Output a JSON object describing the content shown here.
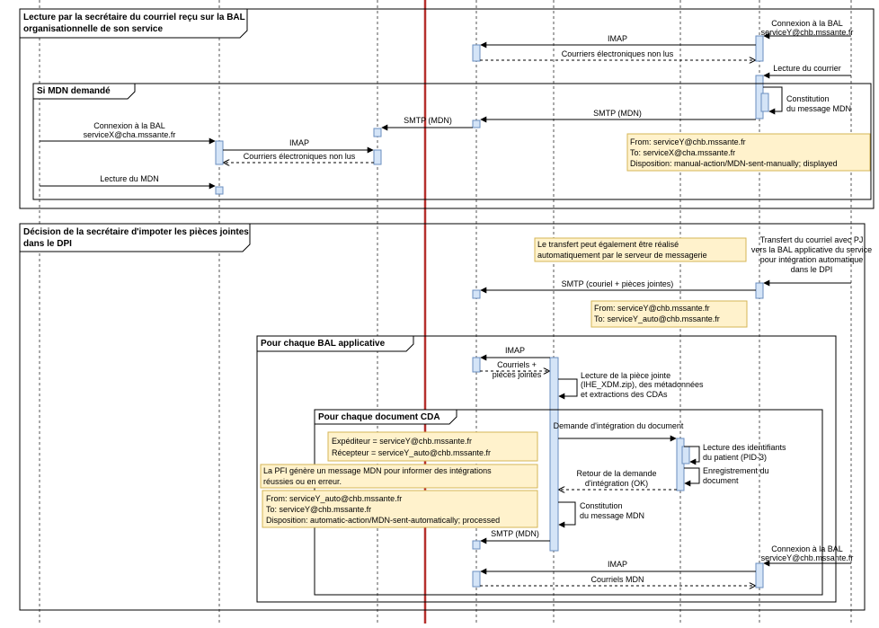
{
  "frames": {
    "lecture_title": [
      "Lecture par la secrétaire du courriel reçu sur la BAL",
      "organisationnelle de son service"
    ],
    "si_mdn": "Si MDN demandé",
    "decision_title": [
      "Décision de la secrétaire d'impoter les pièces jointes",
      "dans le DPI"
    ],
    "pour_chaque_bal": "Pour chaque BAL applicative",
    "pour_chaque_cda": "Pour chaque document CDA"
  },
  "messages": {
    "conn_y_1": [
      "Connexion à la BAL",
      "serviceY@chb.mssante.fr"
    ],
    "imap_1": "IMAP",
    "courriers_non_lus_1": "Courriers électroniques non lus",
    "lecture_courrier": "Lecture du courrier",
    "constitution_mdn_1": [
      "Constitution",
      "du message MDN"
    ],
    "smtp_mdn_1": "SMTP (MDN)",
    "smtp_mdn_2": "SMTP (MDN)",
    "conn_x": [
      "Connexion à la BAL",
      "serviceX@cha.mssante.fr"
    ],
    "imap_2": "IMAP",
    "courriers_non_lus_2": "Courriers électroniques non lus",
    "lecture_mdn": "Lecture du MDN",
    "transfert_pj": [
      "Transfert du courriel avec PJ",
      "vers la BAL applicative du service",
      "pour intégration automatique",
      "dans le DPI"
    ],
    "smtp_pj": "SMTP (couriel + pièces jointes)",
    "imap_3": "IMAP",
    "courriels_pj": [
      "Courriels +",
      "pièces jointes"
    ],
    "lecture_pj": [
      "Lecture de la pièce jointe",
      "(IHE_XDM.zip), des métadonnées",
      "et extractions des CDAs"
    ],
    "demande_integration": "Demande d'intégration du document",
    "lecture_identifiants": [
      "Lecture des identifiants",
      "du patient (PID-3)"
    ],
    "enregistrement": [
      "Enregistrement du",
      "document"
    ],
    "retour_demande": [
      "Retour de la demande",
      "d'intégration (OK)"
    ],
    "constitution_mdn_2": [
      "Constitution",
      "du message MDN"
    ],
    "smtp_mdn_3": "SMTP (MDN)",
    "conn_y_2": [
      "Connexion à la BAL",
      "serviceY@chb.mssante.fr"
    ],
    "imap_4": "IMAP",
    "courriels_mdn": "Courriels MDN"
  },
  "notes": {
    "note_mdn_1": [
      "From: serviceY@chb.mssante.fr",
      "To: serviceX@cha.mssante.fr",
      "Disposition: manual-action/MDN-sent-manually; displayed"
    ],
    "note_transfert": [
      "Le transfert peut également être réalisé",
      "automatiquement par le serveur de messagerie"
    ],
    "note_from_to": [
      "From: serviceY@chb.mssante.fr",
      "To: serviceY_auto@chb.mssante.fr"
    ],
    "note_expediteur": [
      "Expéditeur = serviceY@chb.mssante.fr",
      "Récepteur = serviceY_auto@chb.mssante.fr"
    ],
    "note_pfi": [
      "La PFI génère un message MDN pour informer des intégrations",
      "réussies ou en erreur."
    ],
    "note_mdn_2": [
      "From: serviceY_auto@chb.mssante.fr",
      "To: serviceY@chb.mssante.fr",
      "Disposition: automatic-action/MDN-sent-automatically; processed"
    ]
  },
  "colors": {
    "divider": "#b5302d",
    "note_fill": "#fff2cc",
    "activation_fill": "#d4e4f7"
  }
}
